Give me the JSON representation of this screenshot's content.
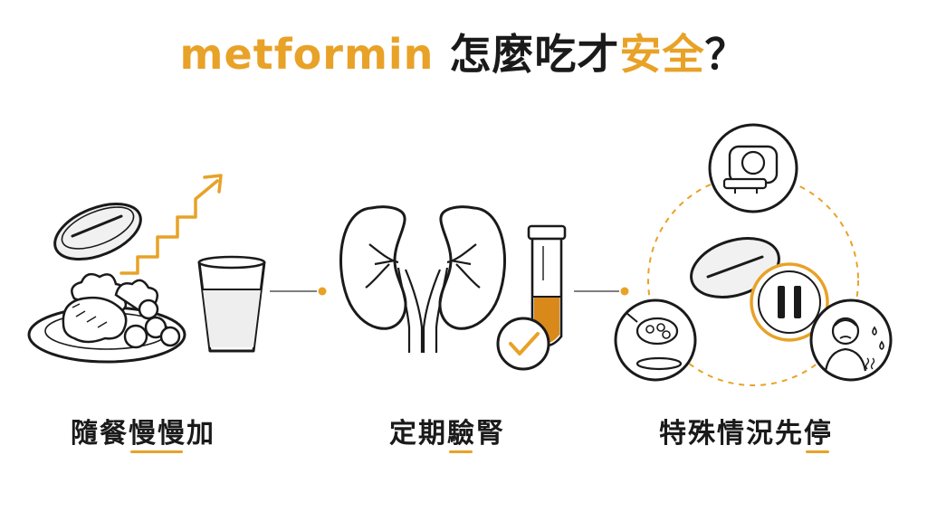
{
  "title": {
    "part1": "metformin",
    "part2": " 怎麼吃才",
    "part3": "安全",
    "part4": "？"
  },
  "steps": [
    {
      "pre": "隨餐",
      "hl": "慢慢",
      "post": "加"
    },
    {
      "pre": "定期",
      "hl": "驗",
      "post": "腎"
    },
    {
      "pre": "特殊情況先",
      "hl": "停",
      "post": ""
    }
  ],
  "colors": {
    "accent": "#e8a227",
    "ink": "#1a1a1a",
    "liquid": "#d8891a"
  },
  "icons": [
    "pill-icon",
    "rising-arrow-icon",
    "food-plate-icon",
    "water-glass-icon",
    "kidneys-icon",
    "test-tube-icon",
    "check-icon",
    "mri-scanner-icon",
    "surgery-light-icon",
    "pause-icon",
    "sick-person-icon"
  ]
}
